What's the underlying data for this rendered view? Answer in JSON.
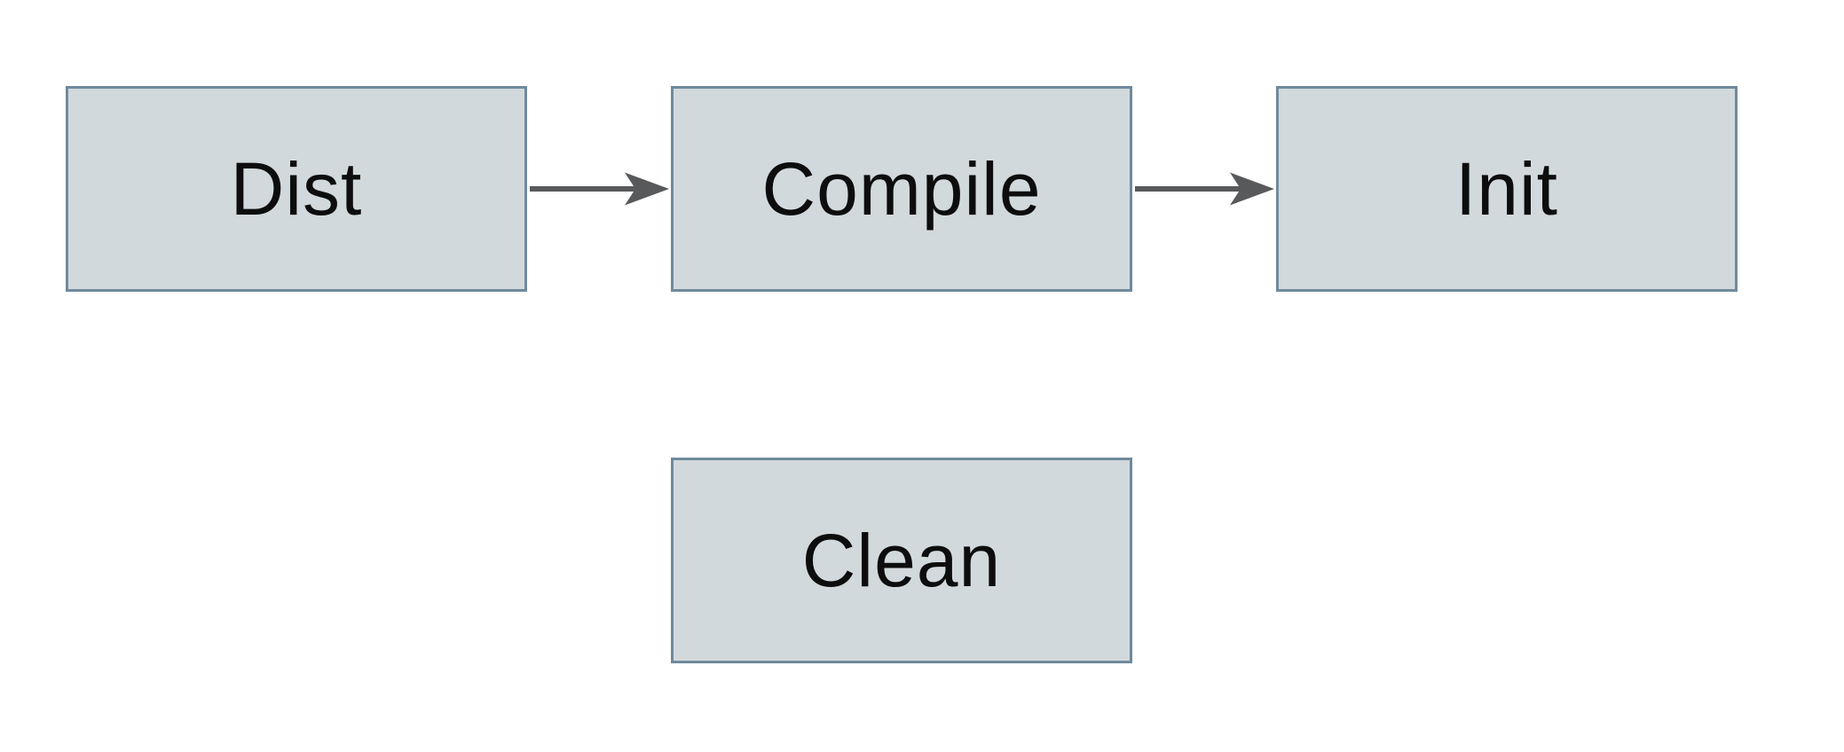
{
  "diagram": {
    "type": "flowchart",
    "nodes": [
      {
        "id": "dist",
        "label": "Dist"
      },
      {
        "id": "compile",
        "label": "Compile"
      },
      {
        "id": "init",
        "label": "Init"
      },
      {
        "id": "clean",
        "label": "Clean"
      }
    ],
    "edges": [
      {
        "from": "Dist",
        "to": "Compile",
        "style": "arrow-right"
      },
      {
        "from": "Compile",
        "to": "Init",
        "style": "arrow-right"
      }
    ],
    "colors": {
      "node_fill": "#d2d9dc",
      "node_border": "#6f8a9d",
      "arrow": "#58595b",
      "text": "#0d0d0d",
      "background": "#ffffff"
    }
  }
}
